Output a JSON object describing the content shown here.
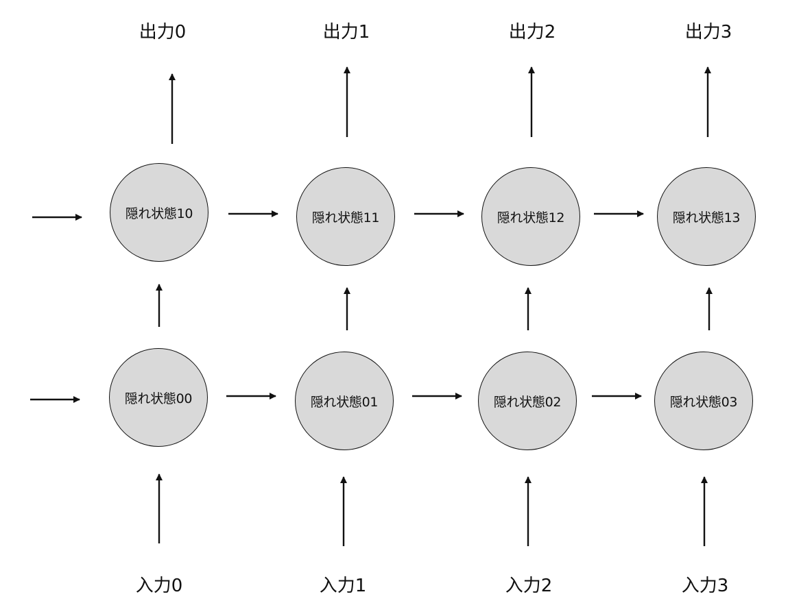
{
  "outputs": [
    "出力0",
    "出力1",
    "出力2",
    "出力3"
  ],
  "inputs": [
    "入力0",
    "入力1",
    "入力2",
    "入力3"
  ],
  "hidden_top": [
    "隠れ状態10",
    "隠れ状態11",
    "隠れ状態12",
    "隠れ状態13"
  ],
  "hidden_bottom": [
    "隠れ状態00",
    "隠れ状態01",
    "隠れ状態02",
    "隠れ状態03"
  ],
  "colors": {
    "node_fill": "#d9d9d9",
    "stroke": "#111111",
    "background": "#ffffff"
  }
}
